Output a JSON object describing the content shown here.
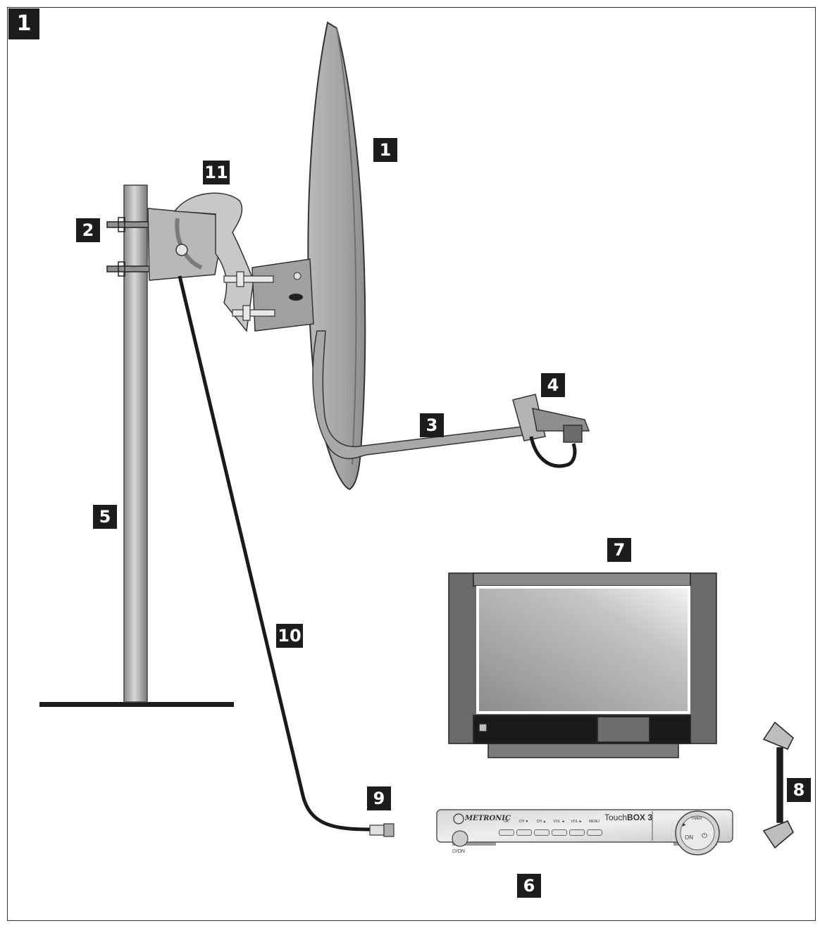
{
  "figure_number": "1",
  "callouts": [
    {
      "id": "dish",
      "label": "1"
    },
    {
      "id": "mount-clamps",
      "label": "2"
    },
    {
      "id": "lnb-arm",
      "label": "3"
    },
    {
      "id": "lnb",
      "label": "4"
    },
    {
      "id": "mast",
      "label": "5"
    },
    {
      "id": "receiver",
      "label": "6"
    },
    {
      "id": "tv",
      "label": "7"
    },
    {
      "id": "scart-cable",
      "label": "8"
    },
    {
      "id": "f-connector",
      "label": "9"
    },
    {
      "id": "coax-cable",
      "label": "10"
    },
    {
      "id": "dish-bracket",
      "label": "11"
    }
  ],
  "receiver": {
    "brand": "METRONIC",
    "model_prefix": "Touch",
    "model_bold": "BOX 3",
    "power_label": "⏻/ON",
    "buttons": [
      "OK",
      "CH ▼",
      "CH ▲",
      "VOL ◄",
      "VOL ►",
      "MENU"
    ],
    "wheel": {
      "top": "TIMER",
      "left": "ON",
      "right": "⏻",
      "side": "▶"
    }
  },
  "colors": {
    "tag_bg": "#1c1c1c",
    "tag_text": "#ffffff",
    "metal": "#a8a8a8",
    "cable": "#1a1a1a"
  }
}
